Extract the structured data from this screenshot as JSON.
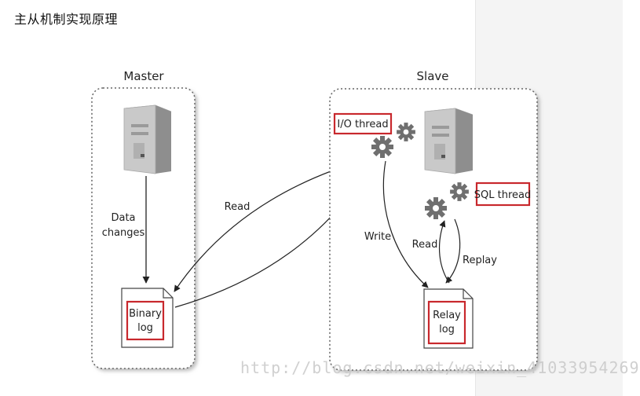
{
  "page": {
    "title": "主从机制实现原理"
  },
  "diagram": {
    "master": {
      "heading": "Master",
      "edge_label": [
        "Data",
        "changes"
      ],
      "binary_log": [
        "Binary",
        "log"
      ]
    },
    "slave": {
      "heading": "Slave",
      "io_thread": "I/O thread",
      "sql_thread": "SQL thread",
      "relay_log": [
        "Relay",
        "log"
      ],
      "write_label": "Write",
      "read_label": "Read",
      "replay_label": "Replay"
    },
    "read_label": "Read",
    "colors": {
      "highlight": "#c8282d",
      "frame": "#666666",
      "gear": "#6f6f6f"
    }
  },
  "watermark": "http://blog.csdn.net/weixin_41033954269"
}
